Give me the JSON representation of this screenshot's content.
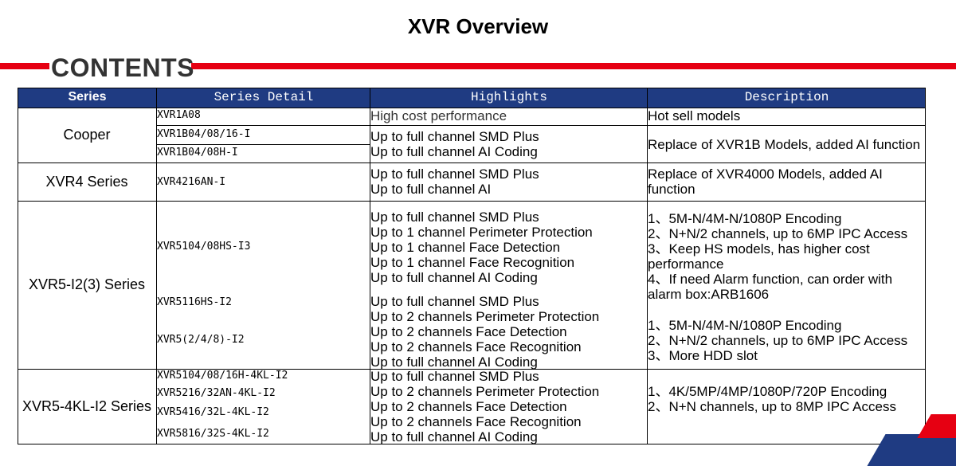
{
  "page_title": "XVR Overview",
  "section_heading": "CONTENTS",
  "table": {
    "headers": [
      "Series",
      "Series Detail",
      "Highlights",
      "Description"
    ],
    "groups": [
      {
        "series": "Cooper",
        "models": [
          "XVR1A08",
          "XVR1B04/08/16-I",
          "XVR1B04/08H-I"
        ],
        "highlights": [
          [
            "High cost performance"
          ],
          [
            "Up to full channel SMD Plus",
            "Up to full channel AI Coding"
          ]
        ],
        "descriptions": [
          [
            "Hot sell models"
          ],
          [
            "Replace of XVR1B Models, added AI function"
          ]
        ]
      },
      {
        "series": "XVR4 Series",
        "models": [
          "XVR4216AN-I"
        ],
        "highlights": [
          [
            "Up to full channel SMD Plus",
            "Up to full channel AI"
          ]
        ],
        "descriptions": [
          [
            "Replace of XVR4000 Models, added AI",
            "function"
          ]
        ]
      },
      {
        "series": "XVR5-I2(3) Series",
        "models": [
          "XVR5104/08HS-I3",
          "XVR5116HS-I2",
          "XVR5(2/4/8)-I2"
        ],
        "highlights": [
          [
            "Up to full channel SMD Plus",
            "Up to 1 channel Perimeter Protection",
            "Up to 1 channel Face Detection",
            "Up to 1 channel Face Recognition",
            "Up to full channel AI Coding"
          ],
          [
            "Up to full channel SMD Plus",
            "Up to 2 channels Perimeter Protection",
            "Up to 2 channels Face Detection",
            "Up to 2 channels Face Recognition",
            "Up to full channel AI Coding"
          ]
        ],
        "descriptions": [
          [
            "1、5M-N/4M-N/1080P Encoding",
            "2、N+N/2 channels, up to 6MP IPC Access",
            "3、Keep HS models, has higher cost",
            "performance",
            "4、If need Alarm function, can order with",
            "alarm box:ARB1606"
          ],
          [
            "1、5M-N/4M-N/1080P Encoding",
            "2、N+N/2 channels, up to 6MP IPC Access",
            "3、More HDD slot"
          ]
        ]
      },
      {
        "series": "XVR5-4KL-I2 Series",
        "models": [
          "XVR5104/08/16H-4KL-I2",
          "XVR5216/32AN-4KL-I2",
          "XVR5416/32L-4KL-I2",
          "XVR5816/32S-4KL-I2"
        ],
        "highlights": [
          [
            "Up to full channel SMD Plus",
            "Up to 2 channels Perimeter Protection",
            "Up to 2 channels Face Detection",
            "Up to 2 channels Face Recognition",
            "Up to full channel AI Coding"
          ]
        ],
        "descriptions": [
          [
            "1、4K/5MP/4MP/1080P/720P Encoding",
            "2、N+N channels, up to 8MP IPC Access"
          ]
        ]
      }
    ]
  }
}
